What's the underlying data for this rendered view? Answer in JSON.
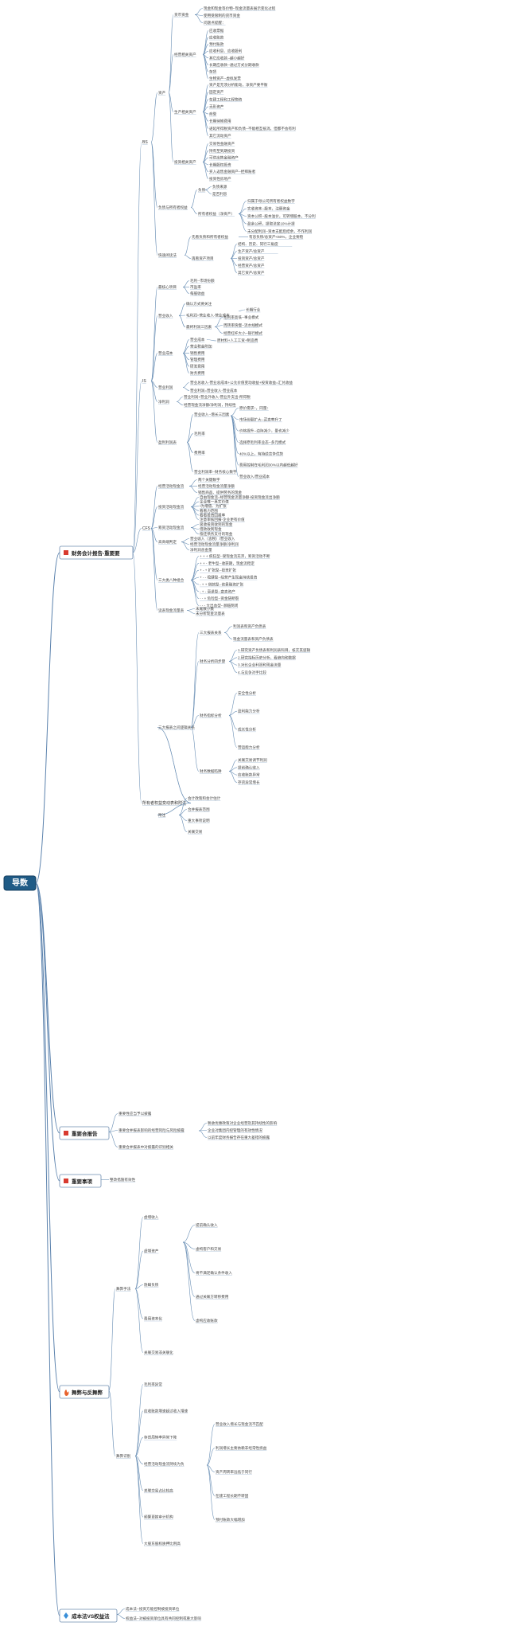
{
  "root": {
    "label": "导数"
  },
  "main_branches": [
    {
      "label": "财务会计报告-重要要",
      "icon": "red-square-icon",
      "icon_color": "#d83a2f"
    },
    {
      "label": "重要合报告",
      "icon": "red-square-icon",
      "icon_color": "#d83a2f"
    },
    {
      "label": "重要事项",
      "icon": "red-square-icon",
      "icon_color": "#d83a2f"
    },
    {
      "label": "舞弊与反舞弊",
      "icon": "fire-icon",
      "icon_color": "#e8622c"
    },
    {
      "label": "成本法VS权益法",
      "icon": "diamond-icon",
      "icon_color": "#3a8fd8"
    }
  ],
  "b1": {
    "sub": [
      "BS",
      "IS",
      "CFS",
      "所有者权益变动表和附注"
    ],
    "bs": {
      "groups": [
        "资产",
        "负债与所有者权益",
        "快速阅读法"
      ],
      "asset_types": [
        "货币资金",
        "经营相关资产",
        "生产相关资产",
        "投资相关资产"
      ],
      "cash_items": [
        "现金和现金等价物--现金流量表展示变化过程",
        "使用受限制的货币资金",
        "问题点提醒："
      ],
      "operating_items": [
        "应收票据",
        "应收账款",
        "预付账款",
        "应收利息、应收股利",
        "其它应收款--越小越好",
        "长期应收款--通过方式分期收款",
        "存货",
        "生物资产--虚拟发票"
      ],
      "production_items": [
        "资产是无须分析能动，净资产要平衡",
        "固定资产",
        "在建工程和工程物资",
        "无形资产",
        "商誉",
        "长期待摊费用",
        "递延所得税资产和负债--不能相互抵消，但都不会有利",
        "其它流动资产"
      ],
      "investment_items": [
        "交易性金融资产",
        "持有至到期投资",
        "可供出售金融资产",
        "长期股权投资",
        "买入返售金融资产--捏拜账者",
        "投资性房地产"
      ],
      "liab_equity": [
        "负债",
        "所有者权益（净资产）"
      ],
      "liab_items": [
        "负债来源",
        "是否利息"
      ],
      "equity_items": [
        "归属于母公司所有者权益数字",
        "实收资本--股本，注册资金",
        "资本公积--股本溢价，可转增股本，不分利",
        "盈余公积，提取法定10%计提",
        "未分配利润--资本支配后结余，不作利润"
      ],
      "quick_read": [
        "先看负债和所有者权益",
        "再看资产项目"
      ],
      "quick_read_sub": [
        "有息负债/总资产<60%，企业要稳",
        "结构、历史、同行三角度",
        "生产资产/总资产",
        "投资资产/总资产",
        "经营资产/总资产",
        "其它资产/总资产"
      ]
    },
    "is": {
      "groups": [
        "最核心项目",
        "营业收入",
        "营业成本",
        "营业利润",
        "净利润",
        "盈利利润表"
      ],
      "core_items": [
        "毛利--市场份额",
        "市盈率",
        "每股收益"
      ],
      "revenue_items": [
        "确认方式要关注",
        "毛利润=营业收入-营业成本",
        "最终利润三因素"
      ],
      "revenue_sub": [
        "长期行业",
        "毛利率高低--事业模式",
        "周转率快慢--流水线模式",
        "经营杠杆大小--银行模式"
      ],
      "cost_items": [
        "营业成本",
        "营业税金附加",
        "销售费用",
        "管理费用",
        "研发费用",
        "财务费用"
      ],
      "cost_sub": [
        "原材料+人工工资+制造费"
      ],
      "profit_items": [
        "营业总收入-营业总成本+公允价值变动收益+投资收益=汇兑收益",
        "营业利润=营业收入-营业成本"
      ],
      "net_profit_items": [
        "营业利润+营业外收入-营业外支出-所得税",
        "经营现金流净额/净利润，持续性"
      ],
      "grow_items": [
        "营业收入--增长三因素",
        "毛利率",
        "费用率",
        "营业利润率--财务核心数字"
      ],
      "grow_sub": [
        "原价需求↑，同量↑",
        "市场份额扩大--买卖率升了",
        "价格提升--边际减少，量也减少",
        "选择原毛利率业态--多元模式",
        "40%以上，有持续竞争优势",
        "费用控制在毛利润30%以内越低越好",
        "营业收入/营业成本"
      ]
    },
    "cfs": {
      "groups": [
        "经营活动现金流",
        "投资活动现金流",
        "筹资活动现金流",
        "高商端判定",
        "三大类八种组合",
        "读表现金流量表"
      ],
      "operating": [
        "两个关键数字",
        "经营活动现金流量净额",
        "销售商品、提供劳务的现金"
      ],
      "investing": [
        "自由现金流=经营现金流量净额-投资现金流出净额",
        "企业唯一真实价值",
        "•为增值、为扩张",
        "看看力范围",
        "看看投资回报率",
        "注意审核回报-企业更有价值"
      ],
      "financing": [
        "吸收投资收到的现金",
        "借款收到现金",
        "偿还债务支付的现金"
      ],
      "high_end": [
        "营业收入（含税）/营业收入",
        "经营活动现金流量净额/净利润",
        "净利润含金量"
      ],
      "eight_combos": [
        "+ + +  疯狂型--受现金流充沛，筹资活动不断",
        "+ + -  老牛型--收获期，现金流稳定",
        "+ - +  扩张型--投资扩张",
        "+ - -  稳健型--经营产生现金持续投资",
        "- + +  借款型--依靠融资扩张",
        "- + -  衰退型--变卖资产",
        "- - +  危险型--资金链断裂",
        "- - -  大出血型--濒临倒闭"
      ],
      "read_method": [
        "末尾数小数",
        "未分析现金流量表"
      ]
    },
    "equity_notes": {
      "groups": [
        "三大报表之间逻辑关系",
        "附注"
      ],
      "relations": [
        "三大报表关系",
        "财务分析四步骤",
        "财务指标分析",
        "财务数据陷阱"
      ],
      "relation_items": [
        "利润表和资产负债表",
        "现金流量表和资产负债表"
      ],
      "steps": [
        "1.研究资产负债表和利润表科目，核实其逻辑",
        "2.研究指标历史分析，看趋向和数据",
        "3.对比企业利润和现金流量",
        "4.与竞争对手比较"
      ],
      "indicators": [
        "安全性分析",
        "盈利能力分析",
        "成长性分析",
        "营运能力分析"
      ],
      "traps": [
        "关联交易调节利润",
        "提前确认收入",
        "应收账款异常",
        "存货异常增长"
      ],
      "notes": [
        "会计政策和会计估计",
        "合并报表范围",
        "重大事项说明",
        "关联交易"
      ]
    }
  },
  "b2": {
    "items": [
      "重要性应当予以披露",
      "重要合并报表影响的经营风险与风险披露",
      "重要合并报表中对披露的识别相关"
    ],
    "sub": [
      "税收优惠政策对企业经营及其持续性的影响",
      "企业对集团内控管理的有效性情况",
      "以前年度财务报告存在重大差错的披露"
    ]
  },
  "b3": {
    "items": [
      "整改措施有效性"
    ]
  },
  "b4": {
    "groups": [
      "舞弊手法",
      "舞弊识别"
    ],
    "methods": [
      "虚增收入",
      "虚增资产",
      "隐瞒负债",
      "费用资本化",
      "关联交易非关联化"
    ],
    "method_sub": [
      "提前确认收入",
      "虚构客户和交易",
      "将不满足确认条件收入",
      "通过关联方转移费用",
      "虚构应收账款"
    ],
    "detect": [
      "毛利率异常",
      "应收账款增速超过收入增速",
      "存货周转率异常下降",
      "经营活动现金流持续为负",
      "关联交易占比较高",
      "频繁更换审计机构",
      "大股东股权质押比例高"
    ],
    "detect_sub": [
      "营业收入增长与现金流不匹配",
      "利润增长主要依赖非经常性损益",
      "资产周转率远低于同行",
      "在建工程长期不转固",
      "预付账款大幅增加"
    ]
  },
  "b5": {
    "items": [
      "成本法--投资方能控制被投资单位",
      "权益法--对被投资单位具有共同控制或重大影响"
    ]
  }
}
